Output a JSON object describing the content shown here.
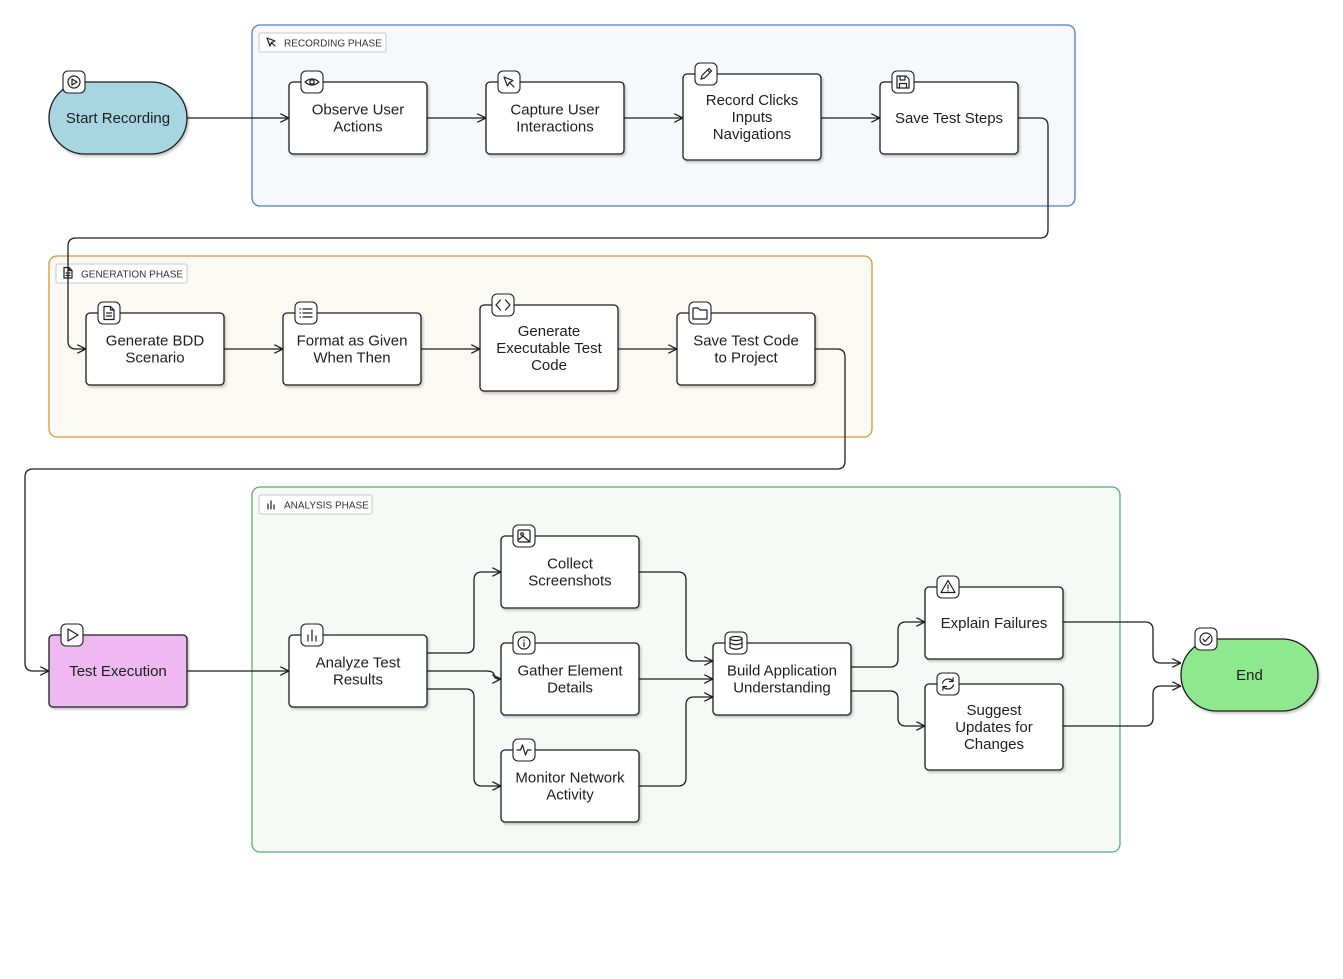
{
  "phases": {
    "recording": "RECORDING PHASE",
    "generation": "GENERATION PHASE",
    "analysis": "ANALYSIS PHASE"
  },
  "nodes": {
    "start": [
      "Start Recording"
    ],
    "observe": [
      "Observe User",
      "Actions"
    ],
    "capture": [
      "Capture User",
      "Interactions"
    ],
    "record": [
      "Record Clicks",
      "Inputs",
      "Navigations"
    ],
    "save_steps": [
      "Save Test Steps"
    ],
    "bdd": [
      "Generate BDD",
      "Scenario"
    ],
    "format": [
      "Format as Given",
      "When Then"
    ],
    "exec_code": [
      "Generate",
      "Executable Test",
      "Code"
    ],
    "save_code": [
      "Save Test Code",
      "to Project"
    ],
    "test_exec": [
      "Test Execution"
    ],
    "analyze": [
      "Analyze Test",
      "Results"
    ],
    "screens": [
      "Collect",
      "Screenshots"
    ],
    "gather": [
      "Gather Element",
      "Details"
    ],
    "monitor": [
      "Monitor Network",
      "Activity"
    ],
    "build": [
      "Build Application",
      "Understanding"
    ],
    "explain": [
      "Explain Failures"
    ],
    "suggest": [
      "Suggest",
      "Updates for",
      "Changes"
    ],
    "end": [
      "End"
    ]
  },
  "colors": {
    "start_fill": "#a8d5e2",
    "test_exec_fill": "#f0b8f0",
    "end_fill": "#8ee88e",
    "recording_border": "#4a7fc9",
    "recording_fill": "#f6f8fc",
    "generation_border": "#d9963a",
    "generation_fill": "#fbf9f4",
    "analysis_border": "#5cae72",
    "analysis_fill": "#f5faf6"
  },
  "icons": {
    "recording_phase": "cursor-icon",
    "generation_phase": "document-icon",
    "analysis_phase": "bar-chart-icon",
    "start": "play-circle-icon",
    "observe": "eye-icon",
    "capture": "cursor-icon",
    "record": "pencil-icon",
    "save_steps": "floppy-disk-icon",
    "bdd": "document-icon",
    "format": "list-icon",
    "exec_code": "code-icon",
    "save_code": "folder-icon",
    "test_exec": "play-icon",
    "analyze": "bar-chart-icon",
    "screens": "image-icon",
    "gather": "info-icon",
    "monitor": "activity-icon",
    "build": "database-icon",
    "explain": "warning-icon",
    "suggest": "refresh-icon",
    "end": "check-circle-icon"
  }
}
